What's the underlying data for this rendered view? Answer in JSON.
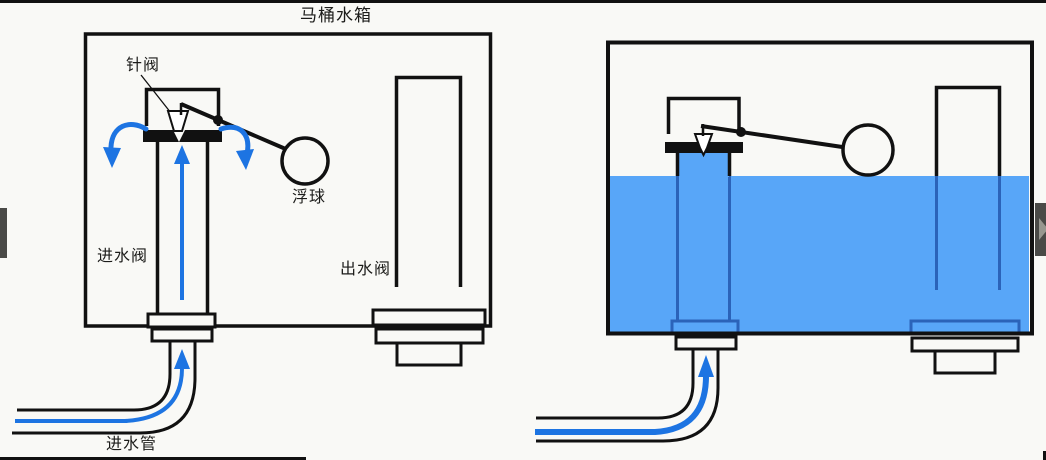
{
  "title": "马桶水箱",
  "labels": {
    "needle_valve": "针阀",
    "float_ball": "浮球",
    "inlet_valve": "进水阀",
    "outlet_valve": "出水阀",
    "inlet_pipe": "进水管"
  },
  "icons": {
    "prev_frame_tab": "left-edge-tab",
    "next_frame_tab": "right-triangle-arrow"
  },
  "colors": {
    "background": "#f9f9f6",
    "ink": "#111111",
    "water": "#58a6f8",
    "water_line": "#2b63b9",
    "flow": "#1d74e2",
    "tab": "#4a4a47",
    "tab_arrow": "#97978f"
  }
}
